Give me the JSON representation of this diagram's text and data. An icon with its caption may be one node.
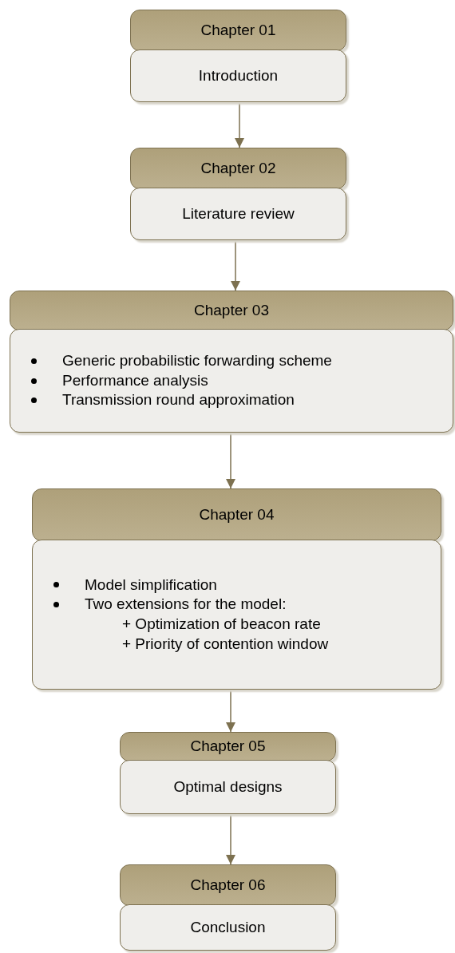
{
  "diagram": {
    "nodes": [
      {
        "text": [
          "Chapter 01"
        ]
      },
      {
        "text": [
          "Introduction"
        ]
      },
      {
        "text": [
          "Chapter 02"
        ]
      },
      {
        "text": [
          "Literature review"
        ]
      },
      {
        "text": [
          "Chapter 03"
        ]
      },
      {
        "text": [
          "Generic probabilistic forwarding scheme",
          "Performance analysis",
          "Transmission round approximation"
        ]
      },
      {
        "text": [
          "Chapter 04"
        ]
      },
      {
        "text": [
          "Model simplification",
          "Two extensions for the model:",
          "+ Optimization of beacon rate",
          "+ Priority of contention window"
        ]
      },
      {
        "text": [
          "Chapter 05"
        ]
      },
      {
        "text": [
          "Optimal designs"
        ]
      },
      {
        "text": [
          "Chapter 06"
        ]
      },
      {
        "text": [
          "Conclusion"
        ]
      }
    ],
    "edges": [
      {
        "from": 1,
        "to": 2,
        "arrow": "to"
      },
      {
        "from": 3,
        "to": 4,
        "arrow": "to"
      },
      {
        "from": 5,
        "to": 6,
        "arrow": "to"
      },
      {
        "from": 7,
        "to": 8,
        "arrow": "to"
      },
      {
        "from": 9,
        "to": 10,
        "arrow": "to"
      }
    ]
  }
}
